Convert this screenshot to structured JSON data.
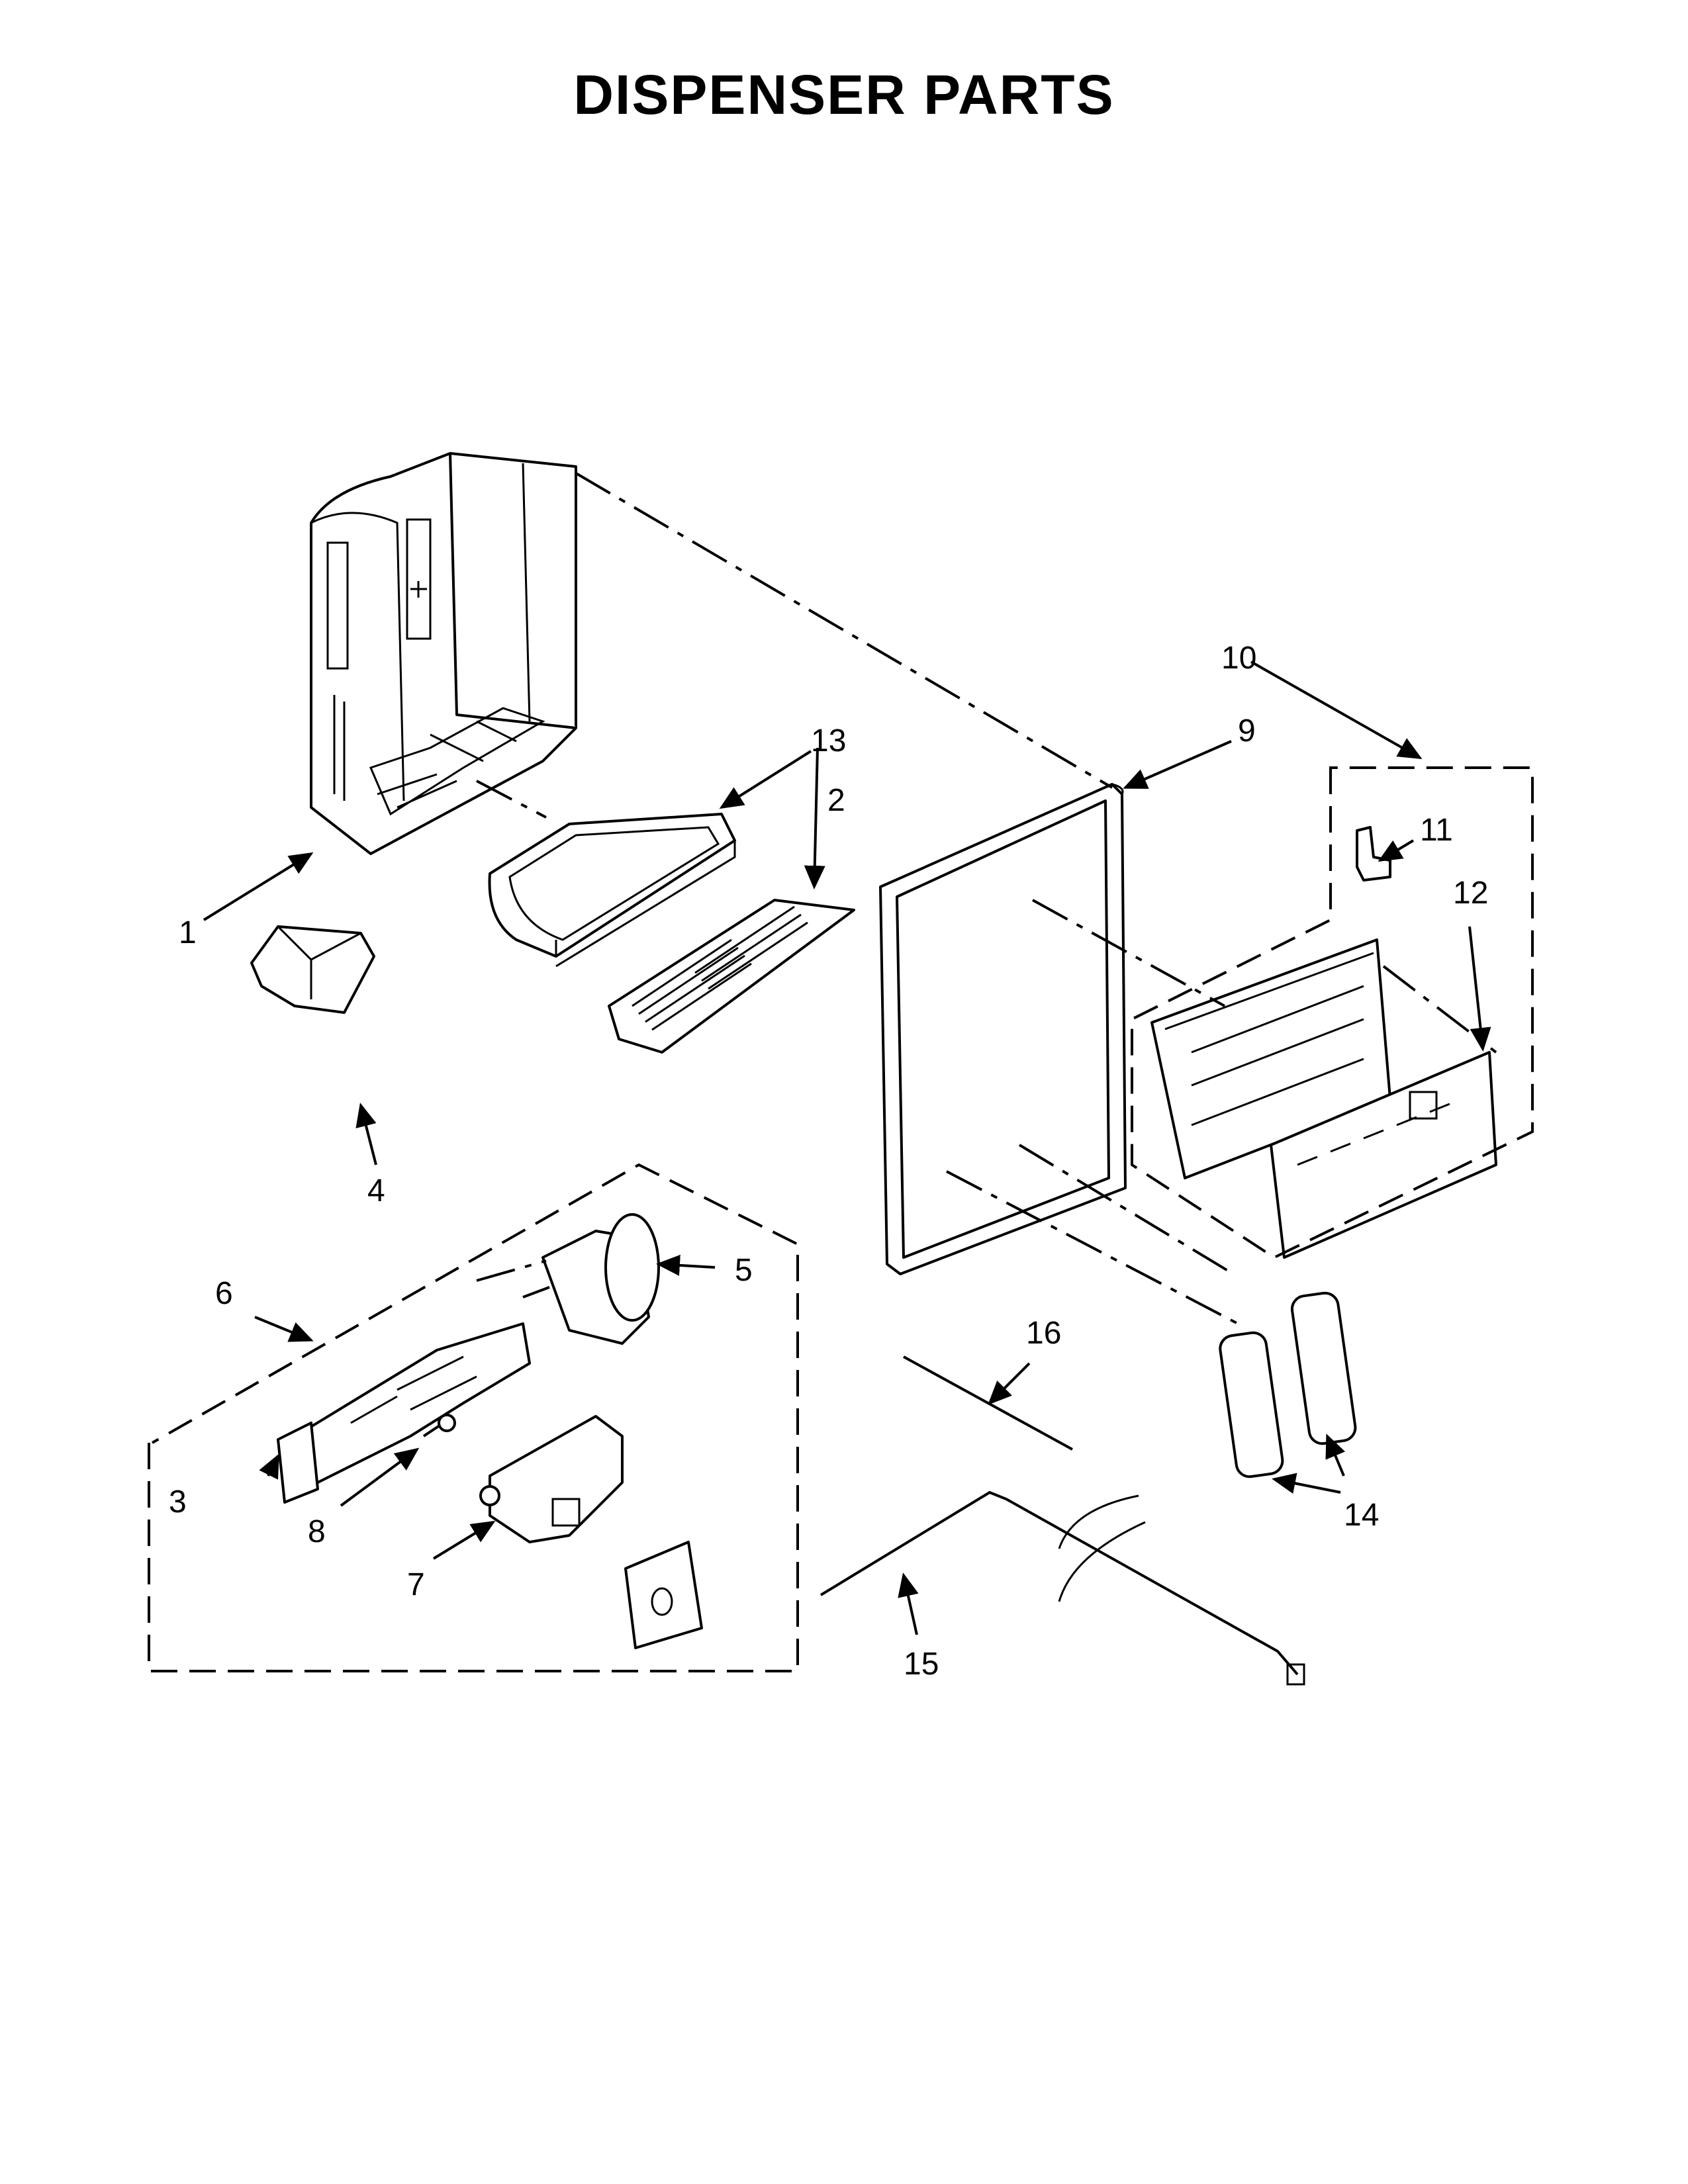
{
  "title": "DISPENSER PARTS",
  "callouts": [
    "1",
    "2",
    "3",
    "4",
    "5",
    "6",
    "7",
    "8",
    "9",
    "10",
    "11",
    "12",
    "13",
    "14",
    "15",
    "16"
  ]
}
